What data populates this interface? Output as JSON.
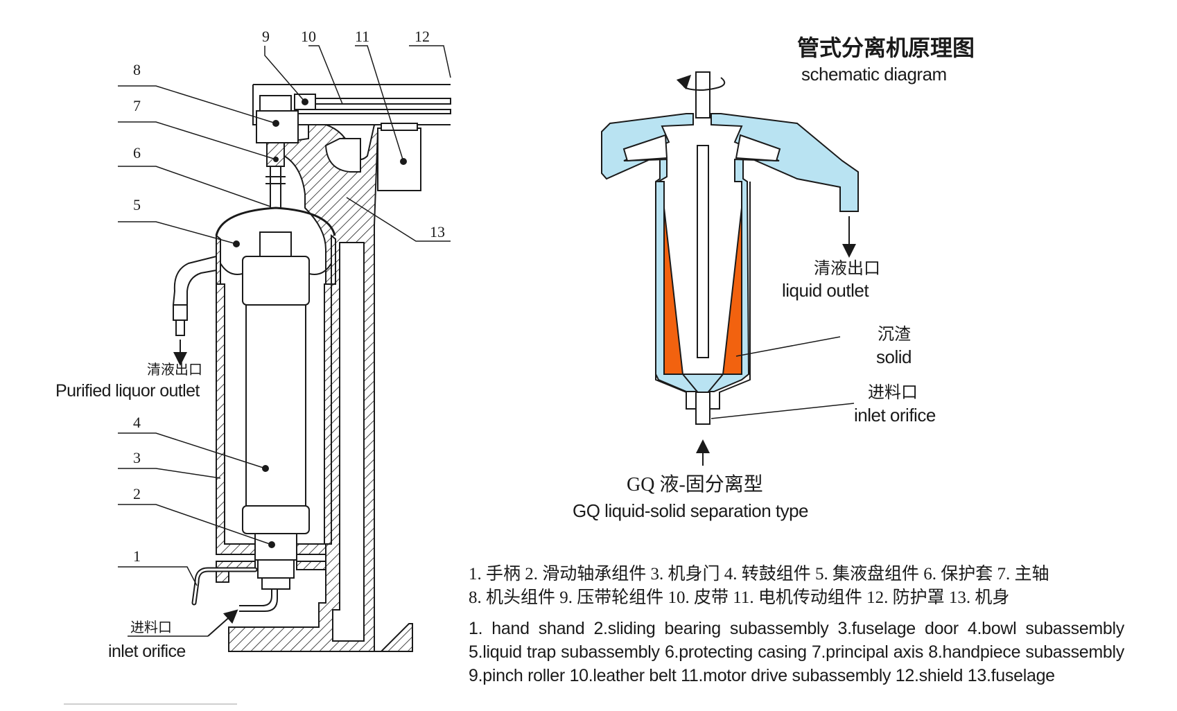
{
  "left": {
    "part_numbers": [
      "1",
      "2",
      "3",
      "4",
      "5",
      "6",
      "7",
      "8",
      "9",
      "10",
      "11",
      "12",
      "13"
    ],
    "outlet_cn": "清液出口",
    "outlet_en": "Purified liquor outlet",
    "inlet_cn": "进料口",
    "inlet_en": "inlet orifice"
  },
  "right": {
    "title_cn": "管式分离机原理图",
    "title_en": "schematic diagram",
    "outlet_cn": "清液出口",
    "outlet_en": "liquid outlet",
    "solid_cn": "沉渣",
    "solid_en": "solid",
    "inlet_cn": "进料口",
    "inlet_en": "inlet orifice",
    "type_cn": "GQ 液-固分离型",
    "type_en": "GQ liquid-solid separation type"
  },
  "legend": {
    "cn_line1": "1. 手柄  2. 滑动轴承组件  3. 机身门  4. 转鼓组件  5. 集液盘组件  6. 保护套 7. 主轴",
    "cn_line2": "8. 机头组件 9. 压带轮组件  10. 皮带  11. 电机传动组件   12. 防护罩  13. 机身",
    "en": "1. hand shand   2.sliding bearing subassembly   3.fuselage door   4.bowl subassembly   5.liquid trap subassembly   6.protecting casing   7.principal axis   8.handpiece subassembly 9.pinch roller   10.leather belt   11.motor drive subassembly   12.shield 13.fuselage"
  },
  "colors": {
    "liquid": "#b9e3f2",
    "solid": "#f2620f",
    "line": "#1a1a1a"
  }
}
